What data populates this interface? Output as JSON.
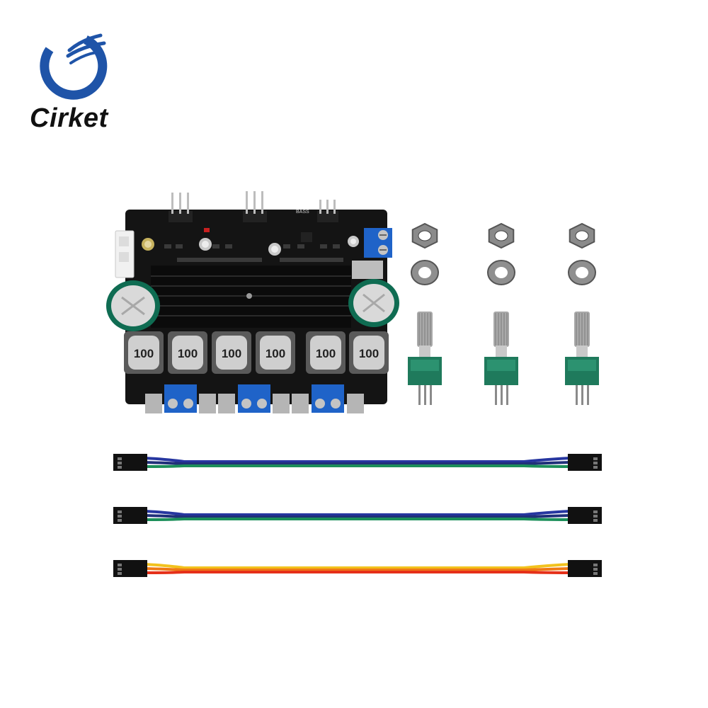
{
  "brand": {
    "name": "Cirket",
    "logo_icon": "swoosh-circle-logo",
    "logo_color": "#1f54a8"
  },
  "product": {
    "inductor_label": "100",
    "board_labels": [
      "BASS"
    ],
    "colors": {
      "pcb": "#141414",
      "terminal_blue": "#1f63c8",
      "capacitor_green": "#0f6c52",
      "pot_board_green": "#1f7a5c",
      "wire_blue": "#2636a0",
      "wire_green": "#1c8f5a",
      "wire_red": "#e53019",
      "wire_yellow": "#f2c21d"
    }
  },
  "cables": [
    {
      "wires": [
        "#2636a0",
        "#20307a",
        "#1c8f5a"
      ]
    },
    {
      "wires": [
        "#2636a0",
        "#20307a",
        "#1c8f5a"
      ]
    },
    {
      "wires": [
        "#f2c21d",
        "#ef7a15",
        "#e53019"
      ]
    }
  ]
}
